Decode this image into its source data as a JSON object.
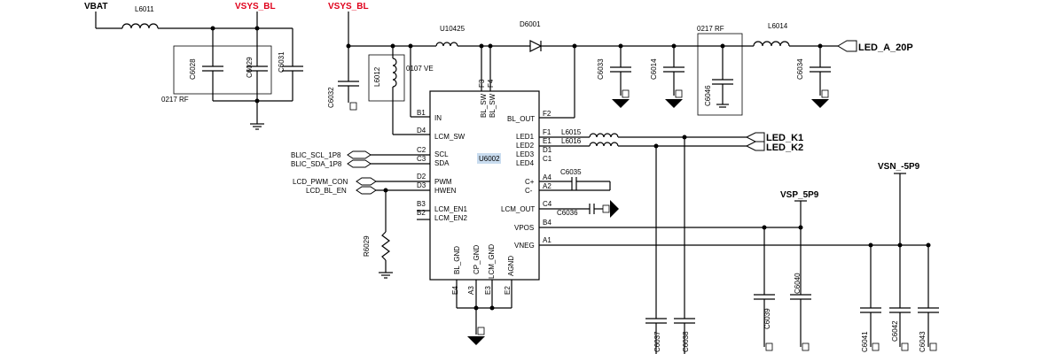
{
  "nets": {
    "vbat": "VBAT",
    "vsys1": "VSYS_BL",
    "vsys2": "VSYS_BL",
    "led_a": "LED_A_20P",
    "led_k1": "LED_K1",
    "led_k2": "LED_K2",
    "vsp": "VSP_5P9",
    "vsn": "VSN_-5P9",
    "blic_scl": "BLIC_SCL_1P8",
    "blic_sda": "BLIC_SDA_1P8",
    "lcd_pwm": "LCD_PWM_CON",
    "lcd_bl_en": "LCD_BL_EN"
  },
  "components": {
    "l6011": "L6011",
    "u10425": "U10425",
    "d6001": "D6001",
    "l6014": "L6014",
    "c6028": "C6028",
    "c6029": "C6029",
    "c6031": "C6031",
    "rf1": "0217 RF",
    "rf2": "0217 RF",
    "c6032": "C6032",
    "l6012": "L6012",
    "ve": "0107 VE",
    "c6033": "C6033",
    "c6014": "C6014",
    "c6046": "C6046",
    "c6034": "C6034",
    "u6002": "U6002",
    "l6015": "L6015",
    "l6016": "L6016",
    "c6035": "C6035",
    "c6036": "C6036",
    "r6029": "R6029",
    "c6037": "C6037",
    "c6038": "C6038",
    "c6039": "C6039",
    "c6040": "C6040",
    "c6041": "C6041",
    "c6042": "C6042",
    "c6043": "C6043"
  },
  "pins": {
    "b1": "B1",
    "in": "IN",
    "d4": "D4",
    "lcm_sw": "LCM_SW",
    "c2": "C2",
    "scl": "SCL",
    "c3": "C3",
    "sda": "SDA",
    "d2": "D2",
    "pwm": "PWM",
    "d3": "D3",
    "hwen": "HWEN",
    "b3": "B3",
    "lcm_en1": "LCM_EN1",
    "b2": "B2",
    "lcm_en2": "LCM_EN2",
    "f3": "F3",
    "f4": "F4",
    "bl_sw1": "BL_SW",
    "bl_sw2": "BL_SW",
    "f2": "F2",
    "bl_out": "BL_OUT",
    "f1": "F1",
    "led1": "LED1",
    "e1": "E1",
    "led2": "LED2",
    "d1": "D1",
    "led3": "LED3",
    "c1": "C1",
    "led4": "LED4",
    "a4": "A4",
    "cplus": "C+",
    "a2": "A2",
    "cminus": "C-",
    "c4": "C4",
    "lcm_out": "LCM_OUT",
    "b4": "B4",
    "vpos": "VPOS",
    "a1": "A1",
    "vneg": "VNEG",
    "bl_gnd": "BL_GND",
    "cp_gnd": "CP_GND",
    "lcm_gnd": "LCM_GND",
    "agnd": "AGND",
    "e4": "E4",
    "a3": "A3",
    "e3": "E3",
    "e2": "E2"
  },
  "colors": {
    "net_red": "#e0001b",
    "chip_label_bg": "#c9dcef"
  }
}
